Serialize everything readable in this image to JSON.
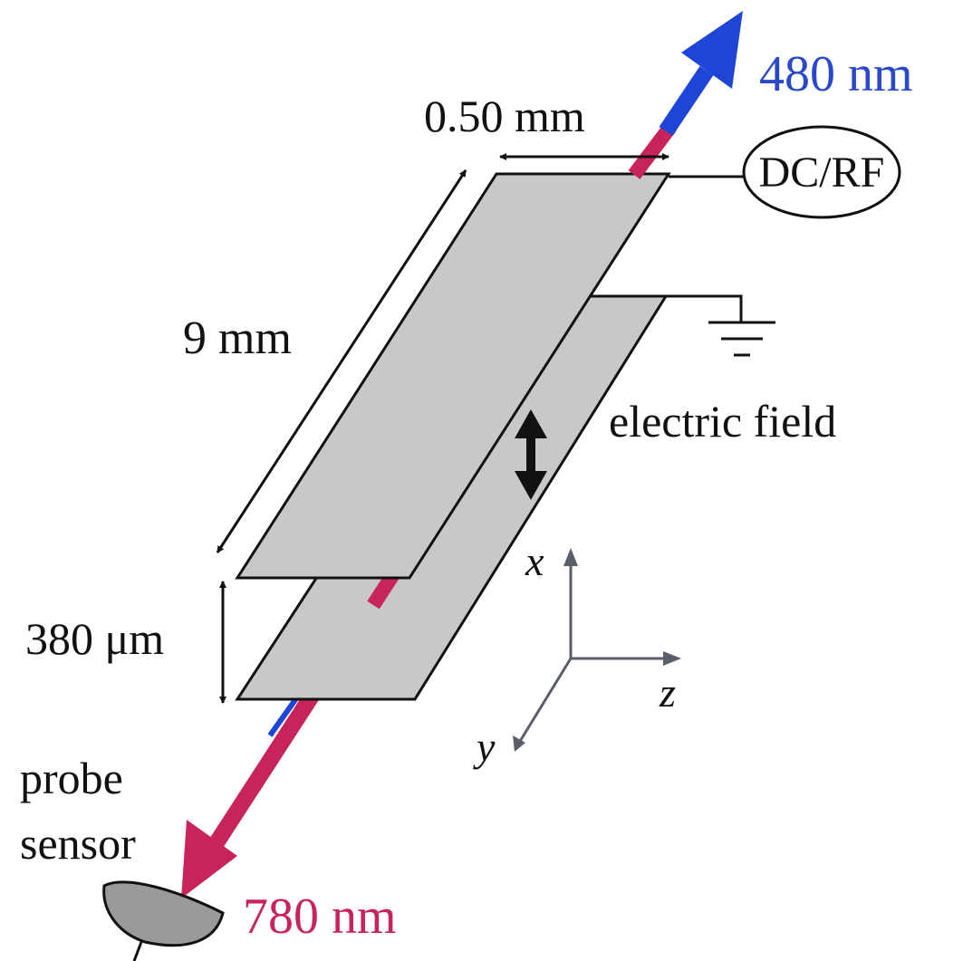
{
  "labels": {
    "blue_wavelength": "480 nm",
    "red_wavelength": "780 nm",
    "plate_width": "0.50 mm",
    "plate_length": "9 mm",
    "plate_gap": "380 μm",
    "source": "DC/RF",
    "field": "electric field",
    "probe_line1": "probe",
    "probe_line2": "sensor"
  },
  "axes": {
    "x": "x",
    "y": "y",
    "z": "z"
  },
  "colors": {
    "blue_beam": "#1f45d6",
    "red_beam": "#c7255a",
    "plate_fill": "#c8c8c8",
    "plate_stroke": "#111111",
    "axis": "#5a5e6a",
    "sensor_fill": "#9a9a9a",
    "text_blue": "#2a48c9",
    "text_red": "#c7255a",
    "text": "#111111"
  }
}
